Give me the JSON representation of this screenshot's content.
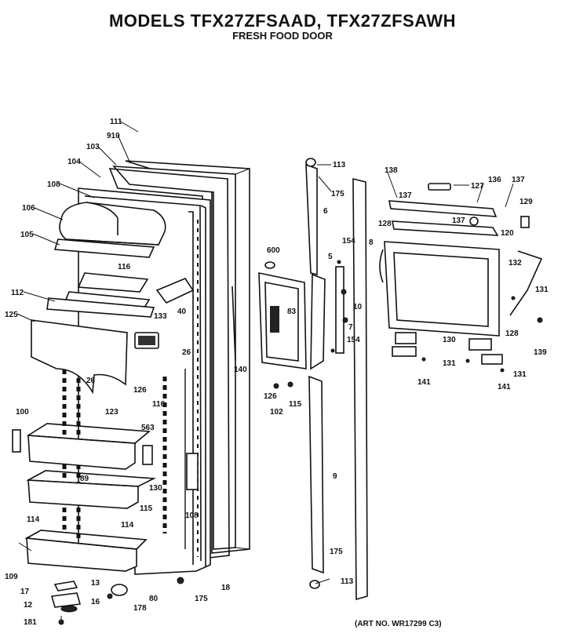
{
  "title": "MODELS TFX27ZFSAAD, TFX27ZFSAWH",
  "subtitle": "FRESH FOOD DOOR",
  "art_number": "(ART NO. WR17299 C3)",
  "callouts": [
    {
      "id": "111",
      "text": "111"
    },
    {
      "id": "910",
      "text": "910"
    },
    {
      "id": "103",
      "text": "103"
    },
    {
      "id": "104",
      "text": "104"
    },
    {
      "id": "108",
      "text": "108"
    },
    {
      "id": "106",
      "text": "106"
    },
    {
      "id": "105",
      "text": "105"
    },
    {
      "id": "116",
      "text": "116"
    },
    {
      "id": "112",
      "text": "112"
    },
    {
      "id": "125",
      "text": "125"
    },
    {
      "id": "133",
      "text": "133"
    },
    {
      "id": "40",
      "text": "40"
    },
    {
      "id": "26a",
      "text": "26"
    },
    {
      "id": "26b",
      "text": "26"
    },
    {
      "id": "126a",
      "text": "126"
    },
    {
      "id": "116b",
      "text": "116"
    },
    {
      "id": "563",
      "text": "563"
    },
    {
      "id": "123",
      "text": "123"
    },
    {
      "id": "100",
      "text": "100"
    },
    {
      "id": "130",
      "text": "130"
    },
    {
      "id": "89",
      "text": "89"
    },
    {
      "id": "115",
      "text": "115"
    },
    {
      "id": "114a",
      "text": "114"
    },
    {
      "id": "114b",
      "text": "114"
    },
    {
      "id": "108b",
      "text": "108"
    },
    {
      "id": "109",
      "text": "109"
    },
    {
      "id": "13",
      "text": "13"
    },
    {
      "id": "17",
      "text": "17"
    },
    {
      "id": "16",
      "text": "16"
    },
    {
      "id": "12",
      "text": "12"
    },
    {
      "id": "181",
      "text": "181"
    },
    {
      "id": "178",
      "text": "178"
    },
    {
      "id": "80",
      "text": "80"
    },
    {
      "id": "175a",
      "text": "175"
    },
    {
      "id": "18",
      "text": "18"
    },
    {
      "id": "113a",
      "text": "113"
    },
    {
      "id": "175b",
      "text": "175"
    },
    {
      "id": "6",
      "text": "6"
    },
    {
      "id": "600",
      "text": "600"
    },
    {
      "id": "154a",
      "text": "154"
    },
    {
      "id": "5",
      "text": "5"
    },
    {
      "id": "8",
      "text": "8"
    },
    {
      "id": "10",
      "text": "10"
    },
    {
      "id": "7",
      "text": "7"
    },
    {
      "id": "83",
      "text": "83"
    },
    {
      "id": "154b",
      "text": "154"
    },
    {
      "id": "140",
      "text": "140"
    },
    {
      "id": "126b",
      "text": "126"
    },
    {
      "id": "102",
      "text": "102"
    },
    {
      "id": "115b",
      "text": "115"
    },
    {
      "id": "9",
      "text": "9"
    },
    {
      "id": "175c",
      "text": "175"
    },
    {
      "id": "113b",
      "text": "113"
    },
    {
      "id": "138",
      "text": "138"
    },
    {
      "id": "127",
      "text": "127"
    },
    {
      "id": "136",
      "text": "136"
    },
    {
      "id": "137a",
      "text": "137"
    },
    {
      "id": "137b",
      "text": "137"
    },
    {
      "id": "129",
      "text": "129"
    },
    {
      "id": "137c",
      "text": "137"
    },
    {
      "id": "128a",
      "text": "128"
    },
    {
      "id": "120",
      "text": "120"
    },
    {
      "id": "132",
      "text": "132"
    },
    {
      "id": "131a",
      "text": "131"
    },
    {
      "id": "128b",
      "text": "128"
    },
    {
      "id": "139",
      "text": "139"
    },
    {
      "id": "130b",
      "text": "130"
    },
    {
      "id": "131b",
      "text": "131"
    },
    {
      "id": "131c",
      "text": "131"
    },
    {
      "id": "141a",
      "text": "141"
    },
    {
      "id": "141b",
      "text": "141"
    }
  ]
}
